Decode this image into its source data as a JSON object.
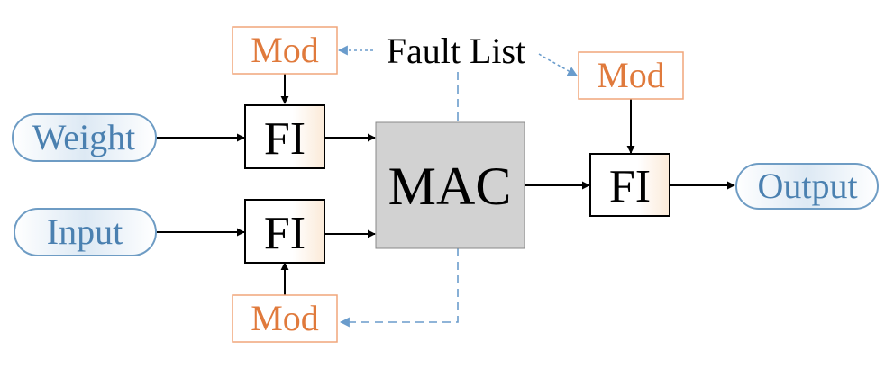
{
  "colors": {
    "io_text": "#4a80b0",
    "io_border": "#6e9cc4",
    "io_fill_edge": "#ffffff",
    "io_fill_center": "#dde9f4",
    "mod_text": "#e07a3c",
    "mod_border": "#f0a57a",
    "fi_fill_edge": "#fbead8",
    "mac_fill": "#d2d2d2",
    "dashed_link": "#6a9ccc",
    "arrow": "#000000"
  },
  "nodes": {
    "weight": {
      "label": "Weight"
    },
    "input": {
      "label": "Input"
    },
    "output": {
      "label": "Output"
    },
    "mod_top": {
      "label": "Mod"
    },
    "mod_bottom": {
      "label": "Mod"
    },
    "mod_right": {
      "label": "Mod"
    },
    "fi_top": {
      "label": "FI"
    },
    "fi_bottom": {
      "label": "FI"
    },
    "fi_right": {
      "label": "FI"
    },
    "mac": {
      "label": "MAC"
    },
    "fault_list": {
      "label": "Fault List"
    }
  }
}
